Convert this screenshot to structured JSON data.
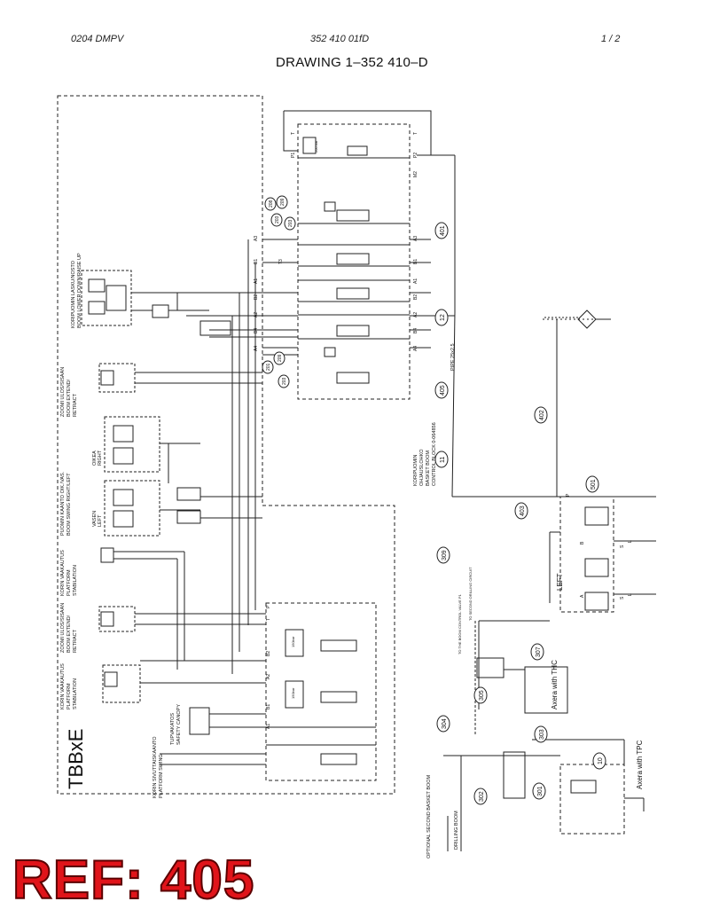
{
  "header": {
    "left": "0204 DMPV",
    "center": "352 410 01fD",
    "right": "1 /  2",
    "title": "DRAWING 1–352 410–D"
  },
  "labels": {
    "boom_lower": "KORIPUOMIN LASKU/NOSTO",
    "boom_lower_en": "BOOM LOWER DOWN/RAISE UP",
    "zoom_boom": "ZOOMI ULOS/SISAAN",
    "boom_extend": "BOOM EXTEND/",
    "retract": "RETRACT",
    "swing_fi": "PUOMIN KAANTO OIK./VAS.",
    "swing_en": "BOOM SWING RIGHT/LEFT",
    "oikea": "OIKEA",
    "right": "RIGHT",
    "vasen": "VASEN",
    "left": "LEFT",
    "platform_level_fi": "KORIN VAAKAUTUS",
    "platform_en": "PLATFORM",
    "stabilation": "STABILATION",
    "platform_swing_fi": "KORIN SIVUTTAISKAANTO",
    "platform_swing_en": "PLATFORM SWING",
    "tupvakatos": "TUPVAKATOS",
    "safety_canopy": "SAFETY CANOPY",
    "tbbxe": "TBBxE",
    "control_block_fi1": "KORIPUOMIN",
    "control_block_fi2": "OHJAUSLOHKO",
    "control_block_en1": "BASKET BOOM",
    "control_block_en2": "CONTROL BLOCK 0-064856",
    "pipe": "PIPE 25x2.5",
    "left_upper": "LEFT",
    "axera_thc": "Axera with THC",
    "axera_tpc": "Axera with TPC",
    "optional_boom": "OPTIONAL SECOND BASKET BOOM",
    "drilling_boom": "DRILLING BOOM",
    "to_boom_circuit": "TO THE BOOM CONTROL VALVE P1",
    "to_second": "TO SECOND DRILLING CIRCUIT",
    "bar200": "200 bar",
    "bar150": "150bar"
  },
  "callouts": {
    "c401": "401",
    "c12": "12",
    "c405": "405",
    "c402": "402",
    "c11": "11",
    "c501": "501",
    "c403": "403",
    "c309": "309",
    "c307": "307",
    "c305": "305",
    "c304": "304",
    "c303": "303",
    "c10": "10",
    "c302": "302",
    "c301": "301",
    "c208": "208",
    "c209": "209",
    "c203": "203",
    "c201": "201"
  },
  "ports": {
    "p1": "P1",
    "p2": "P2",
    "t": "T",
    "m": "M2",
    "a1": "A1",
    "a2": "A2",
    "a3": "A3",
    "a4": "A4",
    "b1": "B1",
    "b2": "B2",
    "b4": "B4",
    "t3": "T3",
    "p": "P",
    "a": "A",
    "b": "B",
    "s": "S",
    "l": "L"
  },
  "ref_stamp": "REF: 405"
}
